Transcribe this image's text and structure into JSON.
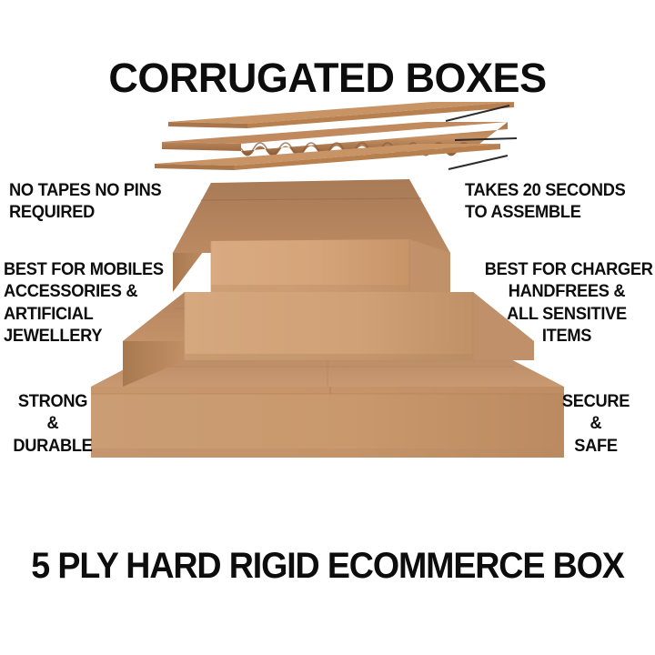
{
  "headline": "CORRUGATED BOXES",
  "footer_title": "5 PLY HARD RIGID ECOMMERCE BOX",
  "diagram": {
    "name": "corrugated-board-cross-section",
    "layers": [
      "top-liner",
      "fluting",
      "bottom-liner"
    ],
    "pointer_count": 3
  },
  "product": {
    "name": "box-stack",
    "box_count": 3,
    "boxes": [
      "top-small-box",
      "middle-box",
      "bottom-large-box"
    ]
  },
  "callouts": {
    "top_left": {
      "name": "no-tapes-no-pins",
      "lines": [
        "NO TAPES NO PINS",
        "REQUIRED"
      ]
    },
    "top_right": {
      "name": "assembly-time",
      "lines": [
        "TAKES 20 SECONDS",
        "TO ASSEMBLE"
      ]
    },
    "middle_left": {
      "name": "best-for-mobiles",
      "lines": [
        "BEST FOR MOBILES",
        "ACCESSORIES &",
        "ARTIFICIAL",
        "JEWELLERY"
      ]
    },
    "middle_right": {
      "name": "best-for-chargers",
      "lines": [
        "BEST FOR CHARGER",
        "HANDFREES &",
        "ALL SENSITIVE",
        "ITEMS"
      ]
    },
    "bottom_left": {
      "name": "strong-durable",
      "lines": [
        "STRONG",
        "&",
        "DURABLE"
      ]
    },
    "bottom_right": {
      "name": "secure-safe",
      "lines": [
        "SECURE",
        "&",
        "SAFE"
      ]
    }
  },
  "colors": {
    "background": "#ffffff",
    "text": "#0d0d0d",
    "kraft_top_face": "#b0805c",
    "kraft_front_face": "#d8a87e",
    "kraft_side_face": "#c08a63",
    "kraft_bottom_front": "#c9996d",
    "kraft_liner": "#c08a5e",
    "kraft_flute": "#b07b50",
    "pointer_line": "#2b2b2b"
  }
}
